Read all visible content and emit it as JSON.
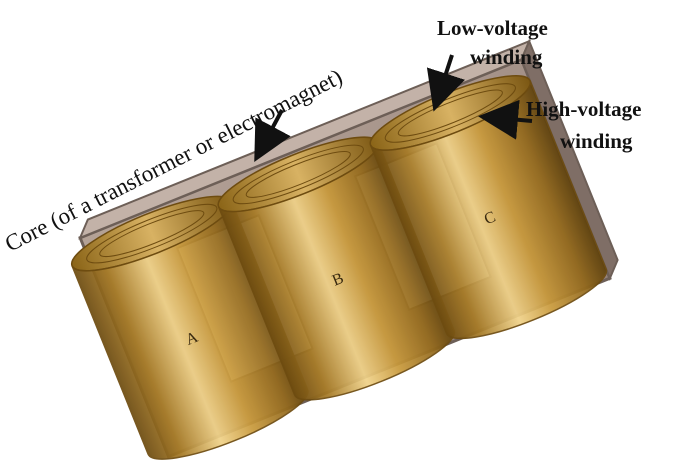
{
  "labels": {
    "core": "Core (of a transformer or electromagnet)",
    "low_voltage": [
      "Low-voltage",
      "winding"
    ],
    "high_voltage": [
      "High-voltage",
      "winding"
    ]
  },
  "windings": [
    {
      "phase": "A"
    },
    {
      "phase": "B"
    },
    {
      "phase": "C"
    }
  ],
  "colors": {
    "core_face": "#a7948a",
    "core_edge": "#6d5f57",
    "copper_dark": "#7a5612",
    "copper_mid": "#b9892c",
    "copper_light": "#f1d48a",
    "arrow": "#111111"
  }
}
